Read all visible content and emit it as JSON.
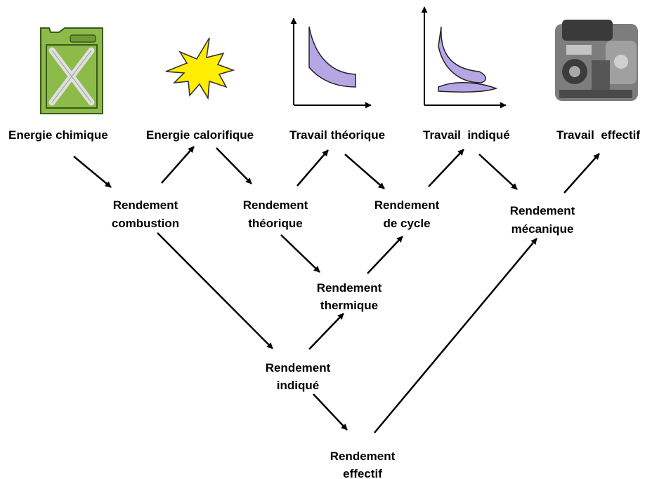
{
  "colors": {
    "can_green": "#8dbb4a",
    "can_cross": "#d6d6d6",
    "spark_yellow": "#ffee00",
    "cycle_lilac": "#b6a6e4",
    "arrow": "#000000"
  },
  "icons": [
    "fuel-can-icon",
    "explosion-icon",
    "theoretical-cycle-icon",
    "indicated-cycle-icon",
    "engine-icon"
  ],
  "energies": {
    "chimique": "Energie chimique",
    "calorifique": "Energie calorifique",
    "travail_theorique": "Travail théorique",
    "travail_indique": "Travail  indiqué",
    "travail_effectif": "Travail  effectif"
  },
  "rendements": {
    "combustion": [
      "Rendement",
      "combustion"
    ],
    "theorique": [
      "Rendement",
      "théorique"
    ],
    "cycle": [
      "Rendement",
      "de cycle"
    ],
    "mecanique": [
      "Rendement",
      "mécanique"
    ],
    "thermique": [
      "Rendement",
      "thermique"
    ],
    "indique": [
      "Rendement",
      "indiqué"
    ],
    "effectif": [
      "Rendement",
      "effectif"
    ]
  }
}
